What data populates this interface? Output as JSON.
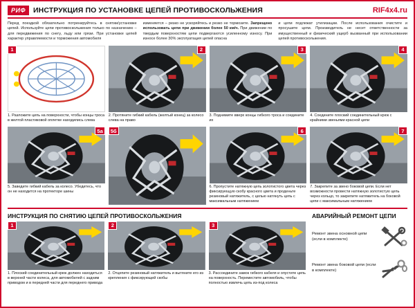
{
  "colors": {
    "accent": "#cf0a2c",
    "highlight": "#ffd500"
  },
  "header": {
    "brand": "РИФ",
    "title": "ИНСТРУКЦИЯ ПО УСТАНОВКЕ ЦЕПЕЙ ПРОТИВОСКОЛЬЖЕНИЯ",
    "site": "RIF4x4.ru"
  },
  "intro": {
    "col1": "Перед поездкой обязательно потренируйтесь в снятии/установке цепей. Используйте цепи противоскольжения только по назначению – для передвижения по снегу, льду или грязи. При установке цепей характер управляемости и торможения автомобиля",
    "col2a": "изменяется – резко не ускоряйтесь и резко не тормозите.",
    "col2b": "Запрещено использовать цепи при движении более 50 км/ч.",
    "col2c": "При движении по твердым поверхностям цепи подвергаются усиленному износу. При износе более 30% эксплуатация цепей опасна",
    "col3": "и цепи подлежат утилизации. После использования очистите и просушите цепи. Производитель не несет ответственности за имущественный и физический ущерб вызванный при использовании цепей противоскольжения."
  },
  "install_steps": [
    {
      "num": "1",
      "caption": "1. Разложите цепь на поверхности, чтобы концы троса в желтой пластиковой оплетке находились слева"
    },
    {
      "num": "2",
      "caption": "2. Протяните гибкий кабель (желтый конец) за колесо слева на право"
    },
    {
      "num": "3",
      "caption": "3. Поднимите вверх концы гибкого троса и соедините их"
    },
    {
      "num": "4",
      "caption": "4. Соедините плоский соединительный крюк с крайними звеньями красной цепи"
    },
    {
      "num": "5а",
      "caption": "5. Заведите гибкий кабель за колесо. Убедитесь, что он не находится на протекторе шины"
    },
    {
      "num": "5б",
      "caption": ""
    },
    {
      "num": "6",
      "caption": "6. Пропустите натяжную цепь золотистого цвета через фиксирующую скобу красного цвета и проденьте резиновый натяжитель, с целью натянуть цепь с максимальным натяжением"
    },
    {
      "num": "7",
      "caption": "7. Закрепите за звено боковой цепи. Если нет возможности провести натяжную золотистую цепь через кольцо, то закрепите натяжитель на боковой цепи с максимальным натяжением"
    }
  ],
  "removal": {
    "title": "ИНСТРУКЦИЯ ПО СНЯТИЮ ЦЕПЕЙ ПРОТИВОСКОЛЬЖЕНИЯ",
    "steps": [
      {
        "num": "1",
        "caption": "1. Плоский соединительный крюк должен находиться в верхней части колеса, для автомобилей с задним приводом и в передней части для переднего привода"
      },
      {
        "num": "2",
        "caption": "2. Отцепите резиновый натяжитель и вытяните его из крепления с фиксирующей скобы"
      },
      {
        "num": "3",
        "caption": "3. Рассоедините замок гибкого кабеля и опустите цепь на поверхность. Переместите автомобиль, чтобы полностью извлечь цепь из-под колеса"
      }
    ]
  },
  "repair": {
    "title": "АВАРИЙНЫЙ РЕМОНТ ЦЕПИ",
    "items": [
      {
        "label": "Ремонт звена основной цепи (если в комплекте)"
      },
      {
        "label": "Ремонт звена боковой цепи (если в комплекте)"
      }
    ]
  }
}
